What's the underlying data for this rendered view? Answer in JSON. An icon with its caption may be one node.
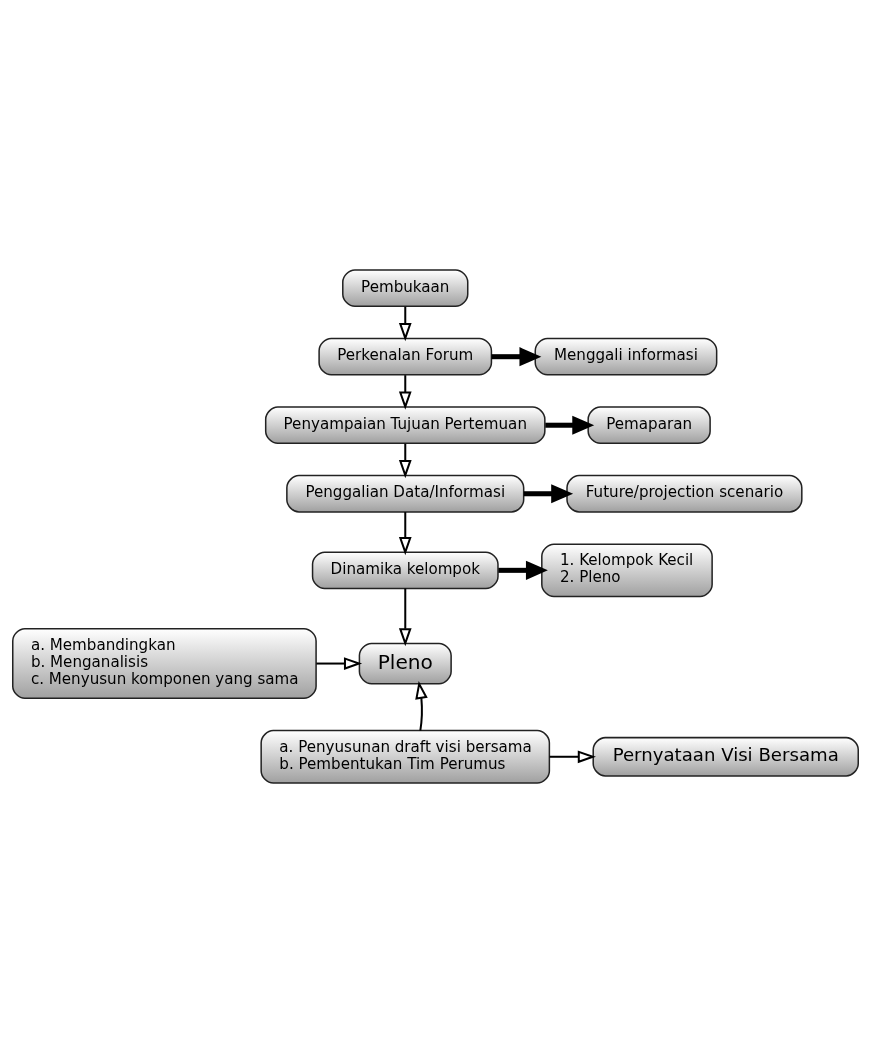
{
  "diagram": {
    "nodes": [
      {
        "text": [
          "Pembukaan"
        ]
      },
      {
        "text": [
          "Perkenalan Forum"
        ]
      },
      {
        "text": [
          "Menggali informasi"
        ]
      },
      {
        "text": [
          "Penyampaian Tujuan Pertemuan"
        ]
      },
      {
        "text": [
          "Pemaparan"
        ]
      },
      {
        "text": [
          "Penggalian Data/Informasi"
        ]
      },
      {
        "text": [
          "Future/projection scenario"
        ]
      },
      {
        "text": [
          "Dinamika kelompok"
        ]
      },
      {
        "text": [
          "1. Kelompok Kecil",
          "2. Pleno"
        ]
      },
      {
        "text": [
          "Pleno"
        ]
      },
      {
        "text": [
          "a. Membandingkan",
          "b. Menganalisis",
          "c. Menyusun komponen yang sama"
        ]
      },
      {
        "text": [
          "a. Penyusunan draft visi bersama",
          "b. Pembentukan Tim Perumus"
        ]
      },
      {
        "text": [
          "Pernyataan Visi Bersama"
        ]
      }
    ],
    "edges": [
      {
        "from": 0,
        "to": 1,
        "arrow": "to"
      },
      {
        "from": 1,
        "to": 2,
        "arrow": "to",
        "style": "thick"
      },
      {
        "from": 1,
        "to": 3,
        "arrow": "to"
      },
      {
        "from": 3,
        "to": 4,
        "arrow": "to",
        "style": "thick"
      },
      {
        "from": 3,
        "to": 5,
        "arrow": "to"
      },
      {
        "from": 5,
        "to": 6,
        "arrow": "to",
        "style": "thick"
      },
      {
        "from": 5,
        "to": 7,
        "arrow": "to"
      },
      {
        "from": 7,
        "to": 8,
        "arrow": "to",
        "style": "thick"
      },
      {
        "from": 7,
        "to": 9,
        "arrow": "to"
      },
      {
        "from": 10,
        "to": 9,
        "arrow": "to"
      },
      {
        "from": 11,
        "to": 9,
        "arrow": "to"
      },
      {
        "from": 11,
        "to": 12,
        "arrow": "to"
      }
    ]
  }
}
